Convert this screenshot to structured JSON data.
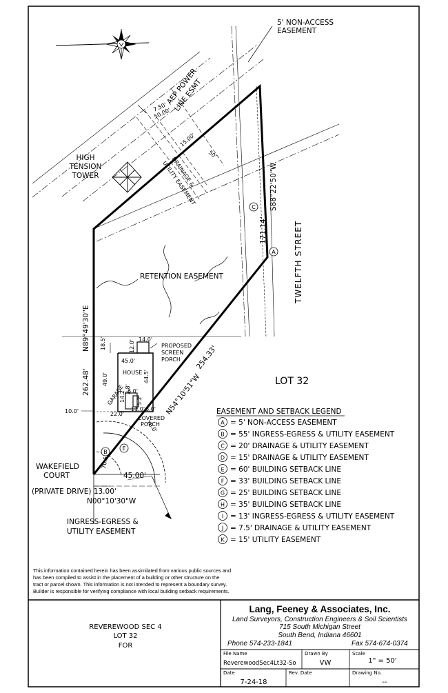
{
  "labels": {
    "non_access_1": "5' NON-ACCESS",
    "non_access_2": "EASEMENT",
    "aep_1": "AEP POWER",
    "aep_2": "LINE ESMT",
    "dim_750": "7.50'",
    "dim_5000": "50.00'",
    "dim_1500": "15.00'",
    "dim_50": "50'",
    "drain_1": "DRAINAGE &",
    "drain_2": "UTILITY EASEMENT",
    "tower_1": "HIGH",
    "tower_2": "TENSION",
    "tower_3": "TOWER",
    "bearing_east": "S88°22'50\"W",
    "dist_east": "171.14'",
    "street": "TWELFTH STREET",
    "retention": "RETENTION EASEMENT",
    "bearing_north": "N89°49'30\"E",
    "dist_north": "262.48'",
    "dim_185": "18.5'",
    "dim_120": "12.0'",
    "dim_140": "14.0'",
    "porch_1": "PROPOSED",
    "porch_2": "SCREEN",
    "porch_3": "PORCH",
    "dim_450": "45.0'",
    "house": "HOUSE",
    "dim_445": "44.5'",
    "dim_490": "49.0'",
    "garage": "GARAGE",
    "dim_142": "14.2'",
    "dim_28": "2.8'",
    "dim_60a": "6.0'",
    "dim_52": "5.2'",
    "dim_60b": "6.0'",
    "dim_110": "11.0'",
    "dim_220": "22.0'",
    "covered_1": "COVERED",
    "covered_2": "PORCH",
    "dim_100a": "10.0'",
    "dim_100b": "10.0'",
    "bearing_se": "N54°10'51\"W",
    "dist_se": "254.33'",
    "lot": "LOT 32",
    "wakefield_1": "WAKEFIELD",
    "wakefield_2": "COURT",
    "dim_705": "70.5'",
    "dim_4500": "45.00'",
    "private": "(PRIVATE DRIVE) 13.00'",
    "bearing_south": "N00°10'30\"W",
    "ingress_1": "INGRESS-EGRESS &",
    "ingress_2": "UTILITY EASEMENT",
    "marker_b": "B",
    "marker_e": "E",
    "marker_c": "C",
    "marker_a": "A"
  },
  "legend": {
    "title": "EASEMENT AND SETBACK LEGEND",
    "items": [
      {
        "key": "A",
        "text": "=   5' NON-ACCESS EASEMENT"
      },
      {
        "key": "B",
        "text": "= 55' INGRESS-EGRESS & UTILITY EASEMENT"
      },
      {
        "key": "C",
        "text": "= 20' DRAINAGE & UTILITY EASEMENT"
      },
      {
        "key": "D",
        "text": "= 15' DRAINAGE & UTILITY EASEMENT"
      },
      {
        "key": "E",
        "text": "= 60' BUILDING SETBACK LINE"
      },
      {
        "key": "F",
        "text": "= 33' BUILDING SETBACK LINE"
      },
      {
        "key": "G",
        "text": "= 25' BUILDING SETBACK LINE"
      },
      {
        "key": "H",
        "text": "= 35' BUILDING SETBACK LINE"
      },
      {
        "key": "I",
        "text": "= 13' INGRESS-EGRESS & UTILITY EASEMENT"
      },
      {
        "key": "J",
        "text": "= 7.5' DRAINAGE & UTILITY EASEMENT"
      },
      {
        "key": "K",
        "text": "= 15' UTILITY EASEMENT"
      }
    ]
  },
  "disclaimer": [
    "This information contained herein has been assimilated from various public sources and",
    "has been compiled to assist in the placement of a building or other structure on the",
    "tract or parcel shown. This information is not intended to represent a boundary survey.",
    "Builder is responsible for verifying compliance with local building setback requirements."
  ],
  "title_block": {
    "project_1": "REVEREWOOD SEC 4",
    "project_2": "LOT 32",
    "project_3": "FOR",
    "firm": "Lang, Feeney & Associates, Inc.",
    "firm_sub": "Land Surveyors, Construction Engineers & Soil Scientists",
    "address_1": "715 South Michigan Street",
    "address_2": "South Bend, Indiana   46601",
    "phone": "Phone  574-233-1841",
    "fax": "Fax  574-674-0374",
    "file_name_label": "File Name",
    "file_name": "ReverewoodSec4Lt32-So",
    "drawn_by_label": "Drawn By",
    "drawn_by": "VW",
    "scale_label": "Scale",
    "scale": "1\" = 50'",
    "date_label": "Date",
    "date": "7-24-18",
    "rev_date_label": "Rev. Date",
    "rev_date": "",
    "drawing_no_label": "Drawing No.",
    "drawing_no": "--"
  }
}
